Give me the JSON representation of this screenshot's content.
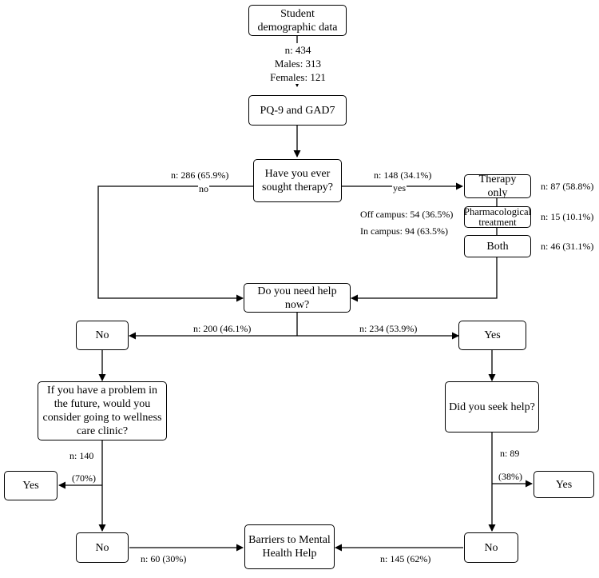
{
  "nodes": {
    "student_data": "Student demographic data",
    "questionnaire": "PQ-9 and GAD7",
    "sought_therapy": "Have you ever sought therapy?",
    "therapy_only": "Therapy only",
    "pharmacological": "Pharmacological treatment",
    "both": "Both",
    "need_help_now": "Do you need help now?",
    "no_left": "No",
    "yes_right": "Yes",
    "wellness_clinic": "If you have a problem in the future, would you consider going to wellness care clinic?",
    "did_seek_help": "Did you seek help?",
    "yes_far_left": "Yes",
    "yes_far_right": "Yes",
    "no_bottom_left": "No",
    "barriers": "Barriers to Mental Health Help",
    "no_bottom_right": "No"
  },
  "labels": {
    "total_n": "n: 434",
    "males": "Males: 313",
    "females": "Females: 121",
    "never_sought_n": "n: 286 (65.9%)",
    "no_branch": "no",
    "sought_n": "n: 148 (34.1%)",
    "yes_branch": "yes",
    "therapy_only_n": "n: 87 (58.8%)",
    "pharmacological_n": "n: 15 (10.1%)",
    "both_n": "n: 46 (31.1%)",
    "off_campus": "Off campus: 54 (36.5%)",
    "in_campus": "In campus: 94 (63.5%)",
    "need_no_n": "n: 200 (46.1%)",
    "need_yes_n": "n: 234 (53.9%)",
    "clinic_yes_n": "n: 140",
    "clinic_yes_pct": "(70%)",
    "seek_yes_n": "n: 89",
    "seek_yes_pct": "(38%)",
    "clinic_no_n": "n: 60 (30%)",
    "seek_no_n": "n: 145 (62%)"
  }
}
